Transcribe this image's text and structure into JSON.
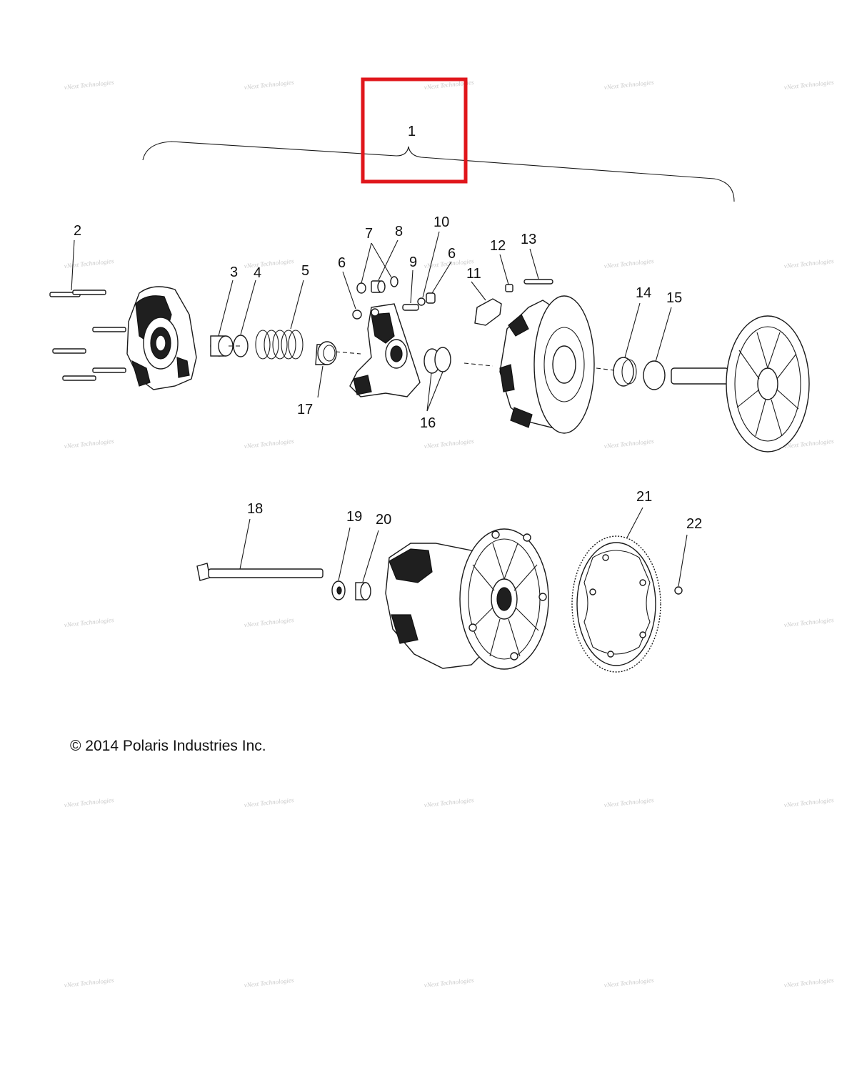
{
  "diagram": {
    "callouts": [
      "1",
      "2",
      "3",
      "4",
      "5",
      "6",
      "7",
      "8",
      "9",
      "10",
      "6",
      "11",
      "12",
      "13",
      "14",
      "15",
      "16",
      "17",
      "18",
      "19",
      "20",
      "21",
      "22"
    ],
    "copyright": "© 2014 Polaris Industries Inc.",
    "watermark": "vNext Technologies",
    "highlight_color": "#e0161b"
  }
}
